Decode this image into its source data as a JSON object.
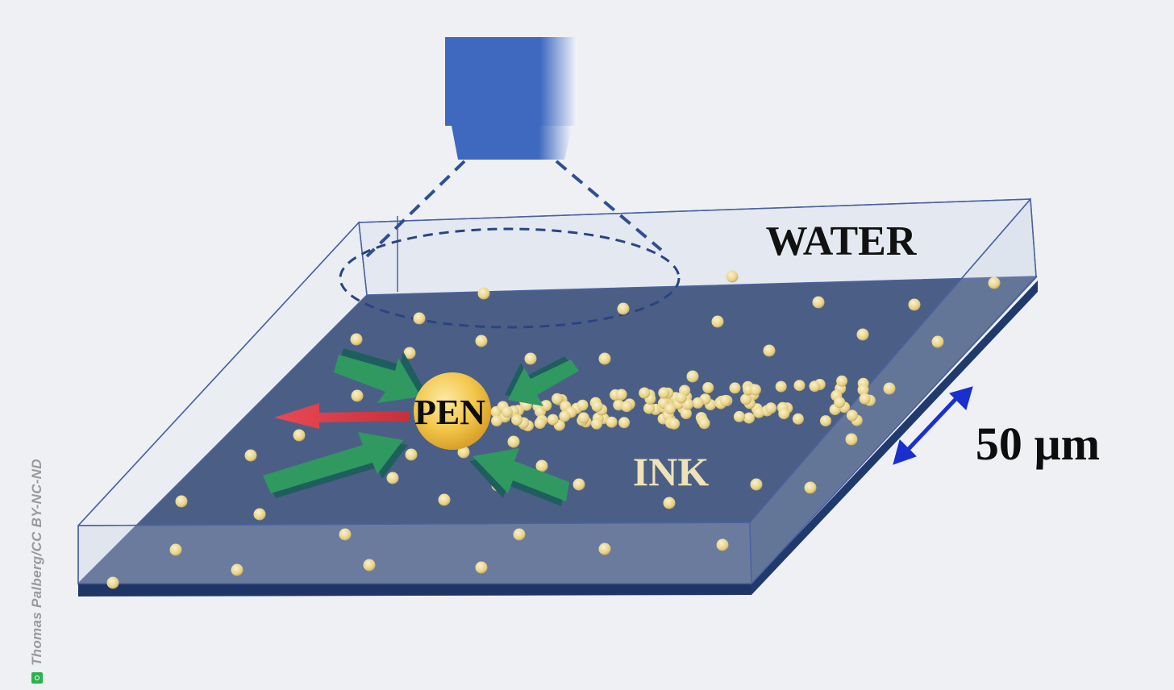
{
  "labels": {
    "water": "WATER",
    "ink": "INK",
    "pen": "PEN",
    "scale": "50 µm"
  },
  "credit": "Thomas Palberg/CC BY-NC-ND",
  "icons": {
    "microscope": "microscope-objective-icon",
    "credit": "camera-icon"
  },
  "colors": {
    "objective": "#3a66bd",
    "water_box_edge": "#3f5a9a",
    "ink_layer": "#4a5e86",
    "ink_base": "#1d3466",
    "particle": "#e8d48a",
    "pen_sphere": "#f2c74a",
    "push_arrow": "#2f8f5a",
    "motion_arrow": "#e0424a",
    "scale_arrow": "#1a2fd0",
    "background": "#eef0f3"
  }
}
